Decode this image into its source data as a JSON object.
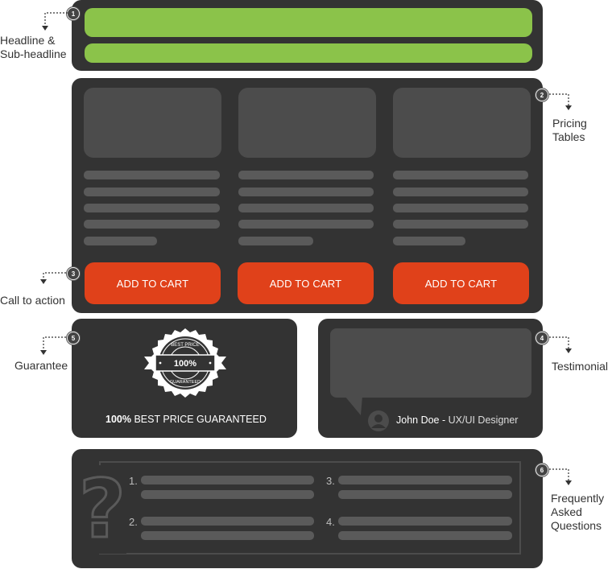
{
  "sections": {
    "headline": {
      "badge": "1",
      "label": "Headline &\nSub-headline"
    },
    "pricing": {
      "badge": "2",
      "label": "Pricing\nTables"
    },
    "cta": {
      "badge": "3",
      "label": "Call to action"
    },
    "testimonial": {
      "badge": "4",
      "label": "Testimonial"
    },
    "guarantee": {
      "badge": "5",
      "label": "Guarantee"
    },
    "faq": {
      "badge": "6",
      "label": "Frequently\nAsked\nQuestions"
    }
  },
  "pricing_buttons": [
    "ADD TO CART",
    "ADD TO CART",
    "ADD TO CART"
  ],
  "guarantee_seal": {
    "top": "BEST PRICE",
    "center": "100%",
    "bottom": "GUARANTEED"
  },
  "guarantee_text": {
    "bold": "100%",
    "rest": " BEST PRICE GUARANTEED"
  },
  "testimonial_author": {
    "name": "John Doe",
    "separator": " - ",
    "role": "UX/UI Designer"
  },
  "faq_numbers": [
    "1.",
    "2.",
    "3.",
    "4."
  ],
  "colors": {
    "panel": "#333333",
    "headline_bar": "#8bc34a",
    "cta_button": "#e0411a",
    "placeholder": "#4c4c4c"
  }
}
